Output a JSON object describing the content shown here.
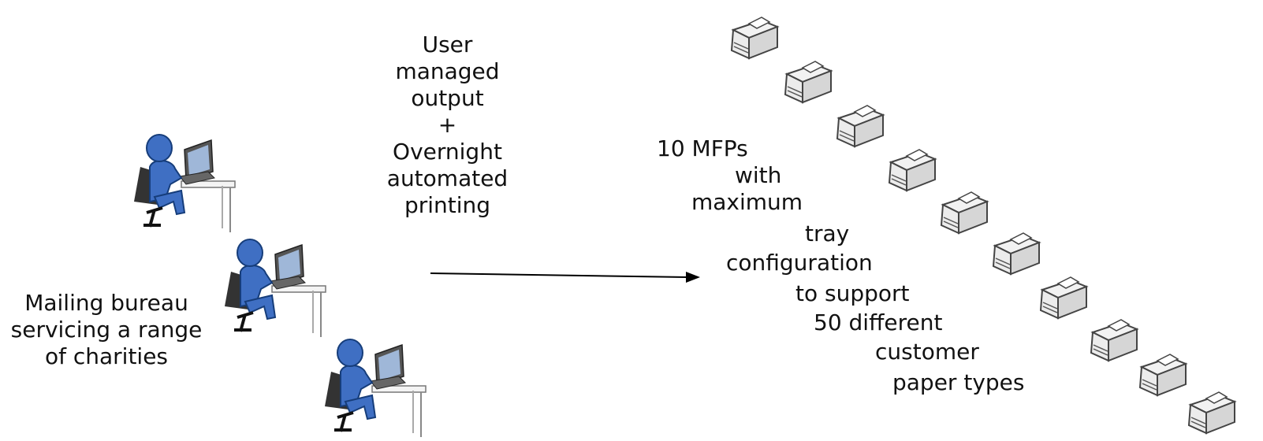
{
  "left_label": {
    "lines": [
      "Mailing bureau",
      "servicing a range",
      "of charities"
    ]
  },
  "middle_label": {
    "lines": [
      "User",
      "managed",
      "output",
      "+",
      "Overnight",
      "automated",
      "printing"
    ]
  },
  "right_label": {
    "lines": [
      "10 MFPs",
      "with",
      "maximum",
      "tray",
      "configuration",
      "to support",
      "50 different",
      "customer",
      "paper types"
    ]
  },
  "icons": {
    "worker": "person-at-computer-icon",
    "printer": "printer-icon",
    "arrow": "arrow-right-icon"
  },
  "colors": {
    "person": "#3f6fc3",
    "text": "#111111"
  }
}
